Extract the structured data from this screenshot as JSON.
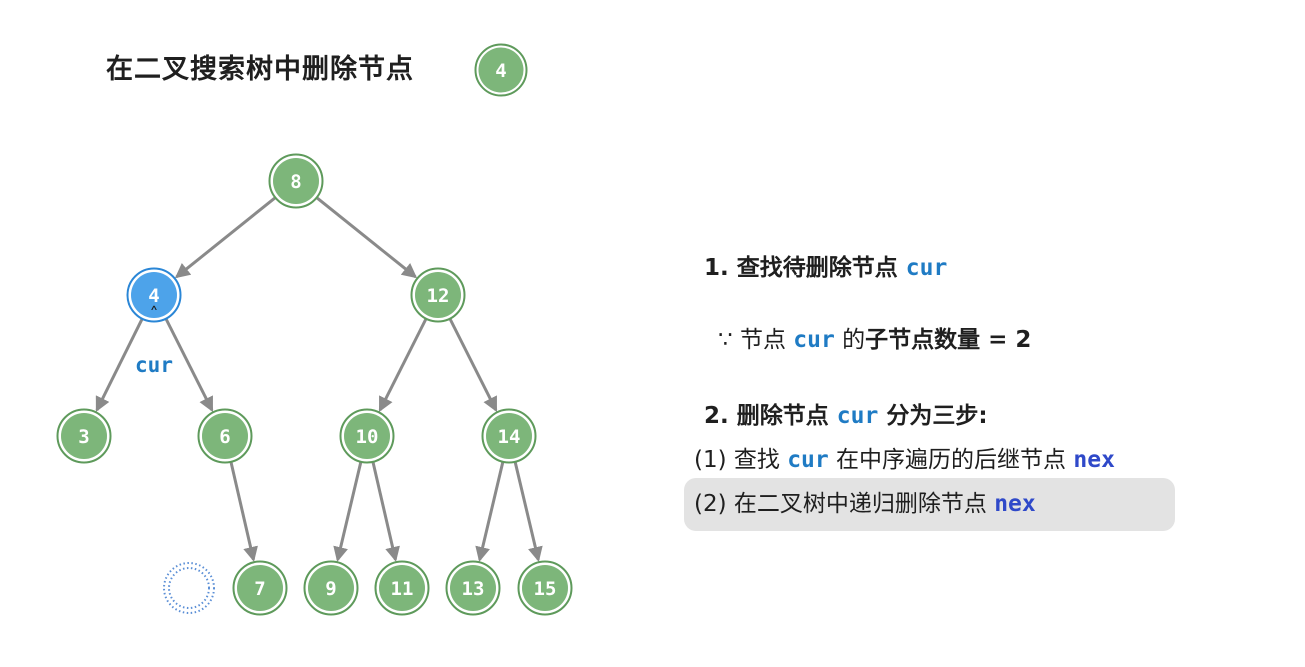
{
  "title": {
    "text": "在二叉搜索树中删除节点",
    "node_value": "4"
  },
  "colors": {
    "node_fill": "#7db67a",
    "node_ring": "#5e9a5b",
    "selected_fill": "#4da3ea",
    "selected_ring": "#2a86d6",
    "edge": "#8a8a8a",
    "code_blue": "#1f7bc4",
    "code_indigo": "#2f49c9",
    "highlight_bg": "#e3e3e3"
  },
  "tree": {
    "nodes": [
      {
        "id": "n8",
        "label": "8",
        "selected": false
      },
      {
        "id": "n4",
        "label": "4",
        "selected": true
      },
      {
        "id": "n12",
        "label": "12",
        "selected": false
      },
      {
        "id": "n3",
        "label": "3",
        "selected": false
      },
      {
        "id": "n6",
        "label": "6",
        "selected": false
      },
      {
        "id": "n10",
        "label": "10",
        "selected": false
      },
      {
        "id": "n14",
        "label": "14",
        "selected": false
      },
      {
        "id": "n7",
        "label": "7",
        "selected": false
      },
      {
        "id": "n9",
        "label": "9",
        "selected": false
      },
      {
        "id": "n11",
        "label": "11",
        "selected": false
      },
      {
        "id": "n13",
        "label": "13",
        "selected": false
      },
      {
        "id": "n15",
        "label": "15",
        "selected": false
      }
    ],
    "edges": [
      [
        "n8",
        "n4"
      ],
      [
        "n8",
        "n12"
      ],
      [
        "n4",
        "n3"
      ],
      [
        "n4",
        "n6"
      ],
      [
        "n12",
        "n10"
      ],
      [
        "n12",
        "n14"
      ],
      [
        "n6",
        "n7"
      ],
      [
        "n10",
        "n9"
      ],
      [
        "n10",
        "n11"
      ],
      [
        "n14",
        "n13"
      ],
      [
        "n14",
        "n15"
      ]
    ],
    "empty_slot": "dotted-circle-placeholder",
    "pointer": {
      "arrow": "˄",
      "label": "cur",
      "target": "n4"
    }
  },
  "steps": {
    "step1_prefix": "1. 查找待删除节点 ",
    "step1_code": "cur",
    "because_prefix": "∵ 节点 ",
    "because_code": "cur",
    "because_middle": " 的",
    "because_bold": "子节点数量",
    "because_suffix": " = 2",
    "step2_prefix": "2. 删除节点 ",
    "step2_code": "cur",
    "step2_suffix": " 分为三步:",
    "sub1_prefix": "(1) 查找 ",
    "sub1_code": "cur",
    "sub1_middle": " 在中序遍历的后继节点 ",
    "sub1_code2": "nex",
    "sub2_prefix": "(2) 在二叉树中递归删除节点 ",
    "sub2_code": "nex"
  }
}
